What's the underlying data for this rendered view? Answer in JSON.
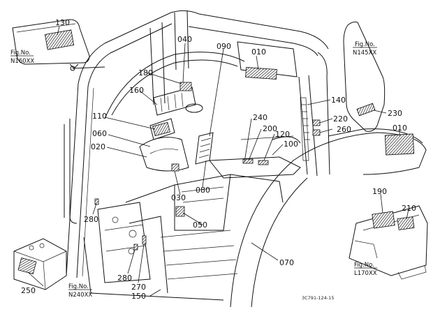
{
  "callouts": {
    "c130": "130",
    "c040": "040",
    "c090": "090",
    "c010a": "010",
    "c180": "180",
    "c160": "160",
    "c110": "110",
    "c060": "060",
    "c020": "020",
    "c080": "080",
    "c030": "030",
    "c050": "050",
    "c140": "140",
    "c240": "240",
    "c220": "220",
    "c260": "260",
    "c200": "200",
    "c120": "120",
    "c100": "100",
    "c230": "230",
    "c010b": "010",
    "c190": "190",
    "c210": "210",
    "c280a": "280",
    "c280b": "280",
    "c270": "270",
    "c150": "150",
    "c070": "070",
    "c250": "250"
  },
  "figrefs": {
    "n160": {
      "label": "Fig.No.",
      "code": "N160XX"
    },
    "n145": {
      "label": "Fig.No.",
      "code": "N145XX"
    },
    "l170": {
      "label": "Fig.No.",
      "code": "L170XX"
    },
    "n240": {
      "label": "Fig.No.",
      "code": "N240XX"
    }
  },
  "doc_id": "3C791-124-15"
}
